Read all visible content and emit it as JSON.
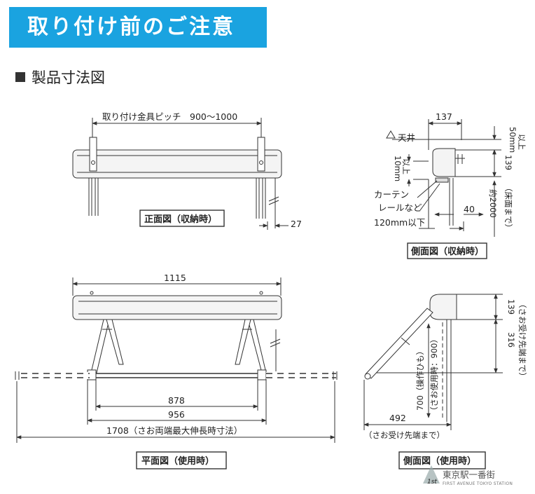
{
  "banner": {
    "title": "取り付け前のご注意"
  },
  "section": {
    "heading": "製品寸法図"
  },
  "front_view": {
    "caption": "正面図（収納時）",
    "pitch_label": "取り付け金具ピッチ　900～1000",
    "dim_27": "27"
  },
  "side_view_stored": {
    "caption": "側面図（収納時）",
    "dim_137": "137",
    "ceiling_label": "天井",
    "dim_50mm": "50mm",
    "above_1": "以上",
    "dim_10mm": "10mm",
    "above_2": "以上",
    "dim_139": "139",
    "curtain_rail_1": "カーテン",
    "curtain_rail_2": "レールなど",
    "curtain_rail_3": "120mm以下",
    "dim_40": "40",
    "dim_2000": "約2000",
    "to_floor": "（床面まで）"
  },
  "plan_view": {
    "caption": "平面図（使用時）",
    "dim_1115": "1115",
    "dim_878": "878",
    "dim_956": "956",
    "dim_1708": "1708（さお両端最大伸長時寸法）"
  },
  "side_view_use": {
    "caption": "側面図（使用時）",
    "dim_139": "139",
    "dim_316": "316",
    "to_receiver_tip": "（さお受け先端まで）",
    "dim_700": "700（操作ひも）",
    "pole_use": "（さお使用時：900）",
    "dim_492": "492",
    "to_receiver_tip_2": "（さお受け先端まで）"
  },
  "watermark": {
    "logo_mark": "1st",
    "name": "東京駅一番街",
    "sub": "FIRST AVENUE TOKYO STATION"
  },
  "colors": {
    "banner": "#1aa3e0",
    "line": "#333333"
  }
}
